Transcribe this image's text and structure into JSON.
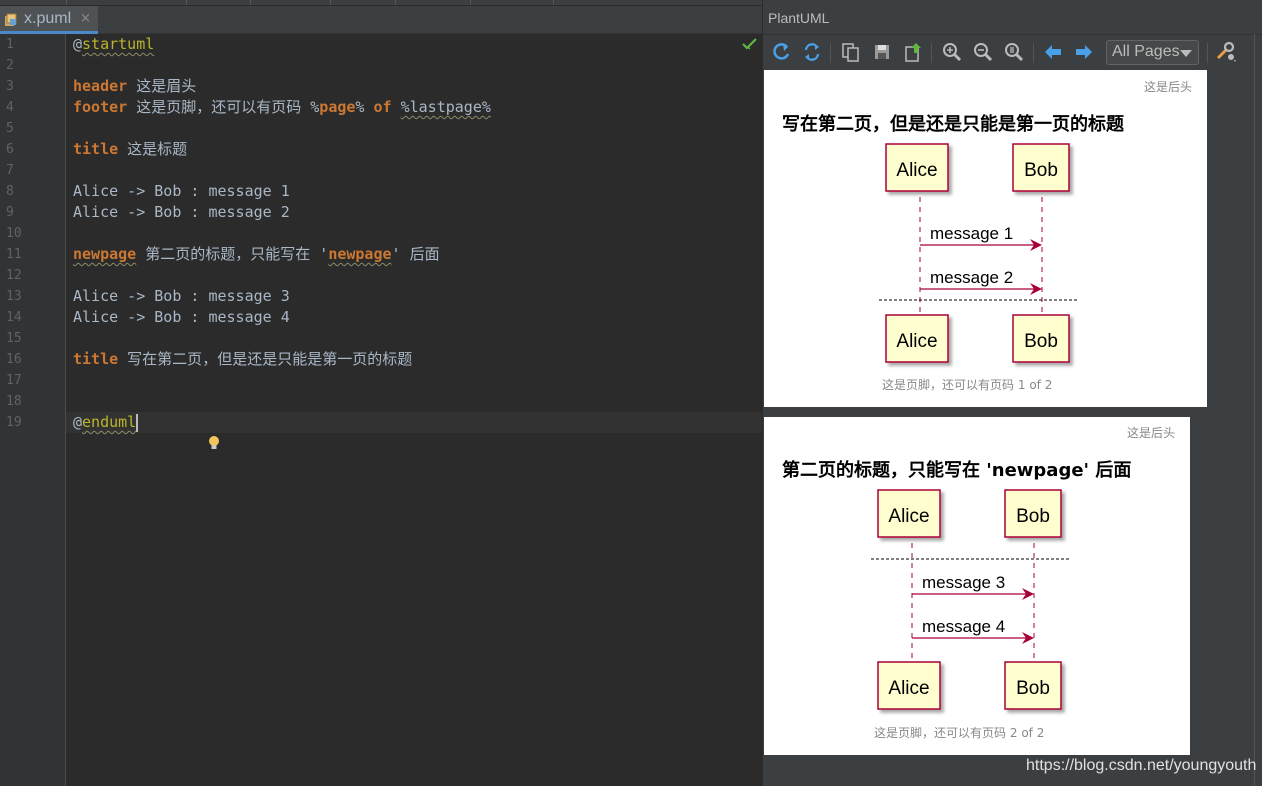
{
  "editor": {
    "tab": {
      "label": "x.puml",
      "close": "×"
    },
    "lines": [
      {
        "n": "1"
      },
      {
        "n": "2"
      },
      {
        "n": "3"
      },
      {
        "n": "4"
      },
      {
        "n": "5"
      },
      {
        "n": "6"
      },
      {
        "n": "7"
      },
      {
        "n": "8"
      },
      {
        "n": "9"
      },
      {
        "n": "10"
      },
      {
        "n": "11"
      },
      {
        "n": "12"
      },
      {
        "n": "13"
      },
      {
        "n": "14"
      },
      {
        "n": "15"
      },
      {
        "n": "16"
      },
      {
        "n": "17"
      },
      {
        "n": "18"
      },
      {
        "n": "19"
      }
    ],
    "code": {
      "l1_at": "@",
      "l1_kw": "startuml",
      "l3_kw": "header",
      "l3_txt": " 这是眉头",
      "l4_kw": "footer",
      "l4_txt": " 这是页脚，还可以有页码 ",
      "l4_p1": "%",
      "l4_page": "page",
      "l4_p2": "% ",
      "l4_of": "of",
      "l4_sp": " ",
      "l4_lp": "%lastpage%",
      "l6_kw": "title",
      "l6_txt": " 这是标题",
      "l8": "Alice -> Bob : message 1",
      "l9": "Alice -> Bob : message 2",
      "l11_kw": "newpage",
      "l11_txt": " 第二页的标题，只能写在 '",
      "l11_kw2": "newpage",
      "l11_txt2": "' 后面",
      "l13": "Alice -> Bob : message 3",
      "l14": "Alice -> Bob : message 4",
      "l16_kw": "title",
      "l16_txt": " 写在第二页，但是还是只能是第一页的标题",
      "l19_at": "@",
      "l19_kw": "enduml"
    }
  },
  "plantuml": {
    "panel_title": "PlantUML",
    "toolbar": {
      "icons": [
        "refresh-icon",
        "sync-icon",
        "copy-icon",
        "save-icon",
        "export-icon",
        "zoom-in-icon",
        "zoom-out-icon",
        "actual-size-icon",
        "prev-page-icon",
        "next-page-icon",
        "settings-icon"
      ],
      "pages_select": "All Pages"
    },
    "pages": [
      {
        "header": "这是后头",
        "title": "写在第二页，但是还是只能是第一页的标题",
        "participants": [
          "Alice",
          "Bob"
        ],
        "messages": [
          "message 1",
          "message 2"
        ],
        "footer": "这是页脚，还可以有页码",
        "page_num": "1",
        "of": "of",
        "total": "2"
      },
      {
        "header": "这是后头",
        "title": "第二页的标题，只能写在 'newpage' 后面",
        "participants": [
          "Alice",
          "Bob"
        ],
        "messages": [
          "message 3",
          "message 4"
        ],
        "footer": "这是页脚，还可以有页码",
        "page_num": "2",
        "of": "of",
        "total": "2"
      }
    ]
  },
  "colors": {
    "participant_fill": "#fefece",
    "participant_border": "#a80036",
    "arrow": "#a80036",
    "lifeline": "#a80036"
  },
  "watermark": "https://blog.csdn.net/youngyouth"
}
